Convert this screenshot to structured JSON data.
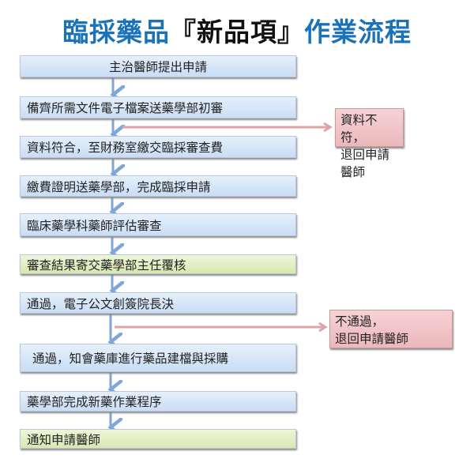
{
  "title": {
    "part1": "臨採藥品",
    "part2": "『新品項』",
    "part3": "作業流程"
  },
  "steps": [
    "主治醫師提出申請",
    "備齊所需文件電子檔案送藥學部初審",
    "資料符合，至財務室繳交臨採審查費",
    "繳費證明送藥學部，完成臨採申請",
    "臨床藥學科藥師評估審查",
    "審查結果寄交藥學部主任覆核",
    "通過，電子公文創簽院長決",
    "通過，知會藥庫進行藥品建檔與採購",
    "藥學部完成新藥作業程序",
    "通知申請醫師"
  ],
  "rejections": [
    {
      "line1": "資料不符，",
      "line2": "退回申請醫師"
    },
    {
      "line1": "不通過，",
      "line2": "退回申請醫師"
    }
  ],
  "colors": {
    "title": "#1a73b8",
    "step_blue": "#d6e6f8",
    "step_green": "#e2eec4",
    "reject": "#f0c4c6",
    "arrow_blue": "#7fa6d6",
    "arrow_red": "#e0a4a8"
  }
}
